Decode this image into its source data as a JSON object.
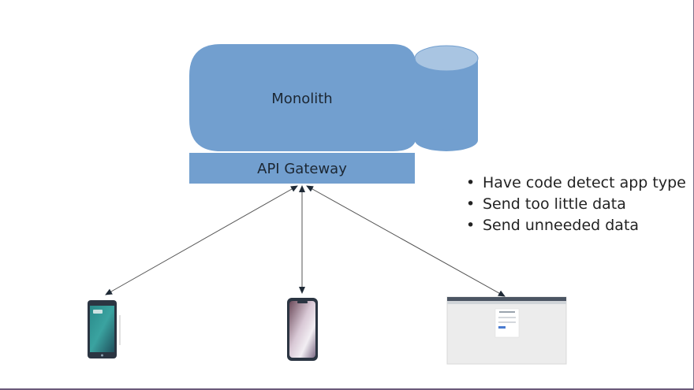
{
  "diagram": {
    "monolith_label": "Monolith",
    "gateway_label": "API Gateway",
    "colors": {
      "box_fill": "#729fcf",
      "db_top_fill": "#a9c5e2",
      "edge_stroke": "#555555",
      "phone_frame": "#2b3542",
      "browser_fill": "#ececec"
    },
    "clients": [
      {
        "name": "android-phone",
        "icon": "android-phone-icon"
      },
      {
        "name": "iphone",
        "icon": "iphone-icon"
      },
      {
        "name": "web-browser",
        "icon": "browser-window-icon"
      }
    ]
  },
  "bullets": [
    "Have code detect app type",
    "Send too little data",
    "Send unneeded data"
  ],
  "bullet_glyph": "•"
}
